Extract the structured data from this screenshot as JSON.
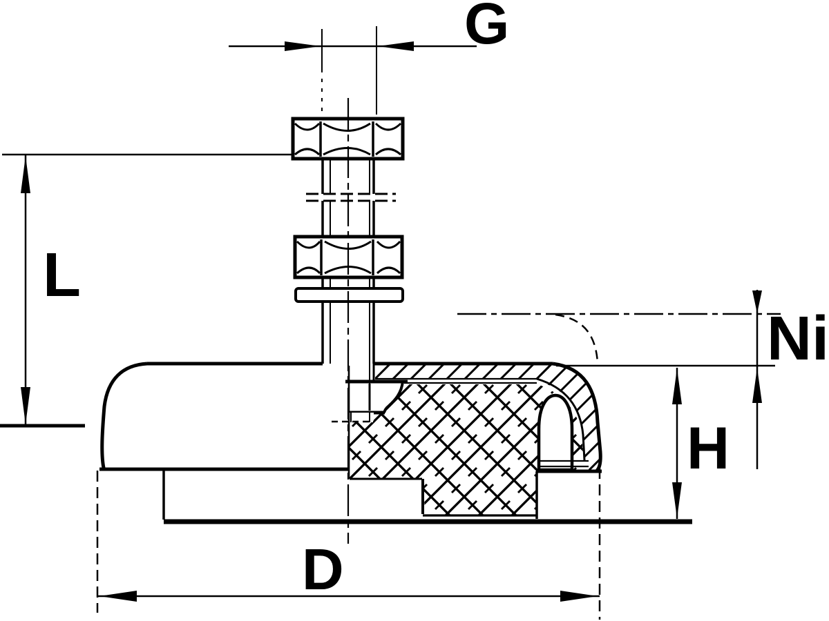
{
  "drawing": {
    "kind": "machine-leveling-mount-sectional-drawing",
    "colors": {
      "ink": "#000000",
      "paper": "#ffffff"
    },
    "dimensions": {
      "thread": "G",
      "stud_length": "L",
      "base_diameter": "D",
      "base_height": "H",
      "level_adjust": "Ni"
    }
  }
}
